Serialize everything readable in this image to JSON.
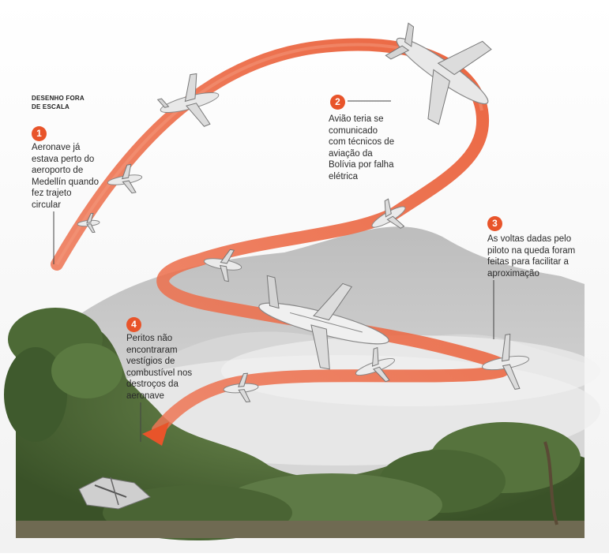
{
  "scale_note": "DESENHO FORA\nDE ESCALA",
  "callouts": [
    {
      "number": "1",
      "text": "Aeronave já\nestava perto do\naeroporto de\nMedellín quando\nfez trajeto\ncircular"
    },
    {
      "number": "2",
      "text": "Avião teria se\ncomunicado\ncom técnicos de\naviação da\nBolívia por falha\nelétrica"
    },
    {
      "number": "3",
      "text": "As voltas dadas pelo\npiloto na queda foram\nfeitas para facilitar a\naproximação"
    },
    {
      "number": "4",
      "text": "Peritos não\nencontraram\nvestígios de\ncombustível nos\ndestroços da\naeronave"
    }
  ],
  "colors": {
    "accent": "#e8542a",
    "path": "#ec6a48",
    "mountain": "#c9c9c9",
    "fog": "#e6e6e6",
    "jungle": "#4f6a3a"
  },
  "icons": [
    "airplane-icon",
    "wreckage-icon",
    "arrowhead-icon"
  ]
}
